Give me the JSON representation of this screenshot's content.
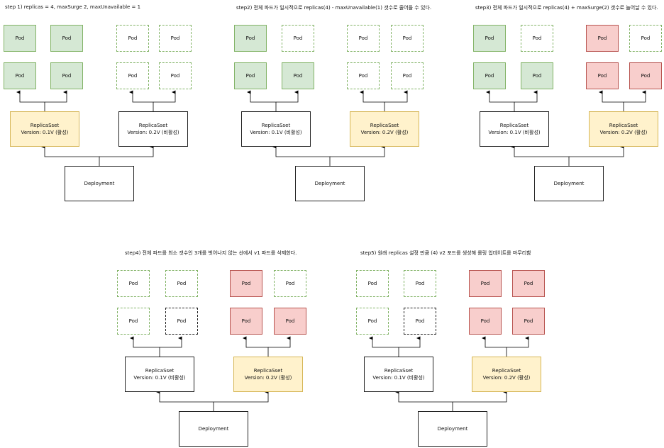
{
  "steps": [
    {
      "title": "step 1) replicas = 4, maxSurge 2, maxUnavailable = 1"
    },
    {
      "title": "step2) 전체 파드가 일시적으로 replicas(4) - maxUnavailable(1) 갯수로 줄어들 수 있다."
    },
    {
      "title": "step3) 전체 파드가 일시적으로 replicas(4) + maxSurge(2) 갯수로 늘어날 수 있다."
    },
    {
      "title": "step4) 전체 파드를 최소 갯수인 3개를 벗어나지 않는 선에서 v1 파드를 삭제한다."
    },
    {
      "title": "step5) 원래 replicas 설정 만큼 (4) v2 포드를 생성해 롤링 업데이트를 마무리함"
    }
  ],
  "labels": {
    "pod": "Pod",
    "replicaset": "ReplicaSset",
    "deployment": "Deployment",
    "v1_active": "Version: 0.1V (활성)",
    "v1_inactive": "Version: 0.1V (비활성)",
    "v2_active": "Version: 0.2V (활성)",
    "v2_inactive": "Version: 0.2V (비활성)"
  },
  "colors": {
    "pod_green_fill": "#d5e8d4",
    "pod_green_border": "#82b366",
    "pod_red_fill": "#f8cecc",
    "pod_red_border": "#b85450",
    "rs_active_fill": "#fff2cc",
    "rs_active_border": "#d6b656"
  }
}
